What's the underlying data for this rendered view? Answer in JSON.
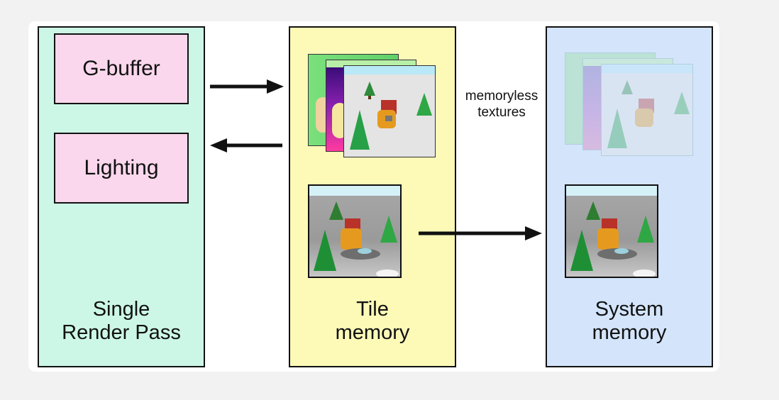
{
  "columns": {
    "render_pass": {
      "label": "Single\nRender Pass"
    },
    "tile_memory": {
      "label": "Tile\nmemory"
    },
    "system_memory": {
      "label": "System\nmemory"
    }
  },
  "stages": {
    "gbuffer": "G-buffer",
    "lighting": "Lighting"
  },
  "annotations": {
    "memoryless": "memoryless\ntextures"
  },
  "colors": {
    "render_pass_bg": "#ccf7e7",
    "tile_memory_bg": "#fdfab8",
    "system_memory_bg": "#d3e4fb",
    "stage_bg": "#fad7ec"
  }
}
